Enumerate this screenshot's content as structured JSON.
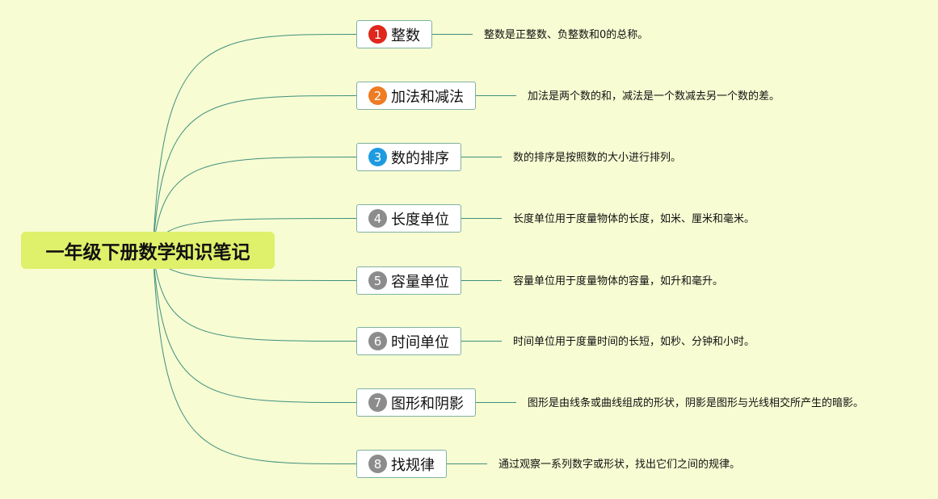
{
  "root": {
    "title": "一年级下册数学知识笔记"
  },
  "colors": {
    "background": "#f7fcd2",
    "root_fill": "#dff06a",
    "link": "#3f8f7e",
    "topic_border": "#7fb2a4"
  },
  "branches": [
    {
      "number": "1",
      "badge_color": "#e0271c",
      "label": "整数",
      "note": "整数是正整数、负整数和0的总称。"
    },
    {
      "number": "2",
      "badge_color": "#ef7b23",
      "label": "加法和减法",
      "note": "加法是两个数的和，减法是一个数减去另一个数的差。"
    },
    {
      "number": "3",
      "badge_color": "#1e9ae0",
      "label": "数的排序",
      "note": "数的排序是按照数的大小进行排列。"
    },
    {
      "number": "4",
      "badge_color": "#8c8c8c",
      "label": "长度单位",
      "note": "长度单位用于度量物体的长度，如米、厘米和毫米。"
    },
    {
      "number": "5",
      "badge_color": "#8c8c8c",
      "label": "容量单位",
      "note": "容量单位用于度量物体的容量，如升和毫升。"
    },
    {
      "number": "6",
      "badge_color": "#8c8c8c",
      "label": "时间单位",
      "note": "时间单位用于度量时间的长短，如秒、分钟和小时。"
    },
    {
      "number": "7",
      "badge_color": "#8c8c8c",
      "label": "图形和阴影",
      "note": "图形是由线条或曲线组成的形状，阴影是图形与光线相交所产生的暗影。"
    },
    {
      "number": "8",
      "badge_color": "#8c8c8c",
      "label": "找规律",
      "note": "通过观察一系列数字或形状，找出它们之间的规律。"
    }
  ]
}
